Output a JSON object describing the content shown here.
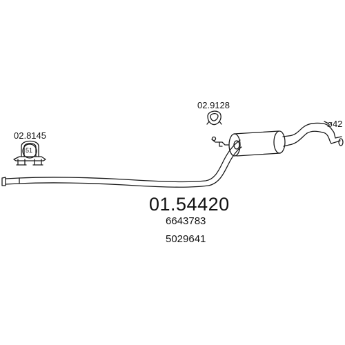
{
  "labels": {
    "clamp_part": "02.8145",
    "clamp_size": "51",
    "hanger_part": "02.9128",
    "tail_diameter": "ø42",
    "main_part": "01.54420",
    "oem_ref_1": "6643783",
    "oem_ref_2": "5029641"
  },
  "colors": {
    "line": "#1a1a1a",
    "background": "#ffffff"
  },
  "icons": {
    "clamp": "exhaust-clamp-icon",
    "hanger": "rubber-hanger-icon",
    "sensor": "sensor-bracket-icon"
  }
}
